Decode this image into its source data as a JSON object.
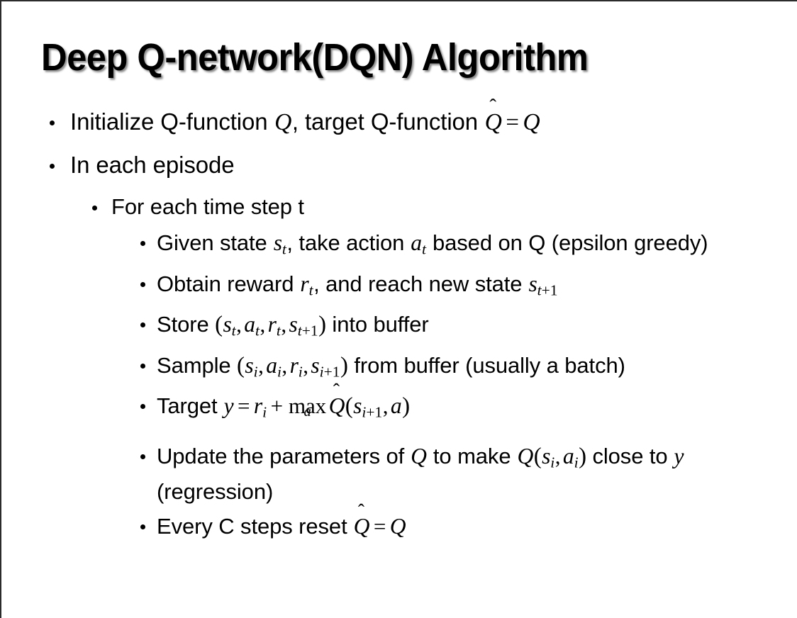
{
  "slide": {
    "title": "Deep Q-network(DQN) Algorithm",
    "background_color": "#ffffff",
    "text_color": "#000000",
    "border_color": "#2b2b2b"
  },
  "bullets": [
    {
      "level": 1,
      "id": "initialize-q-function",
      "plain": "Initialize Q-function Q, target Q-function Q̂ = Q",
      "segments": [
        {
          "type": "text",
          "value": "Initialize Q-function "
        },
        {
          "type": "mi",
          "value": "Q"
        },
        {
          "type": "text",
          "value": ", target Q-function "
        },
        {
          "type": "mi-hat",
          "value": "Q",
          "hat": "ˆ"
        },
        {
          "type": "mo",
          "value": "="
        },
        {
          "type": "mi",
          "value": "Q"
        }
      ]
    },
    {
      "level": 1,
      "id": "in-each-episode",
      "plain": "In each episode",
      "segments": [
        {
          "type": "text",
          "value": "In each episode"
        }
      ]
    },
    {
      "level": 2,
      "id": "for-each-time-step",
      "plain": "For each time step t",
      "segments": [
        {
          "type": "text",
          "value": "For each time step t"
        }
      ]
    },
    {
      "level": 3,
      "id": "given-state-take-action",
      "plain": "Given state s_t, take action a_t based on Q (epsilon greedy)",
      "segments": [
        {
          "type": "text",
          "value": "Given state "
        },
        {
          "type": "mi-sub",
          "value": "s",
          "sub": "t"
        },
        {
          "type": "text",
          "value": ", take action "
        },
        {
          "type": "mi-sub",
          "value": "a",
          "sub": "t"
        },
        {
          "type": "text",
          "value": " based on Q (epsilon greedy)"
        }
      ]
    },
    {
      "level": 3,
      "id": "obtain-reward-reach-new-state",
      "plain": "Obtain reward r_t, and reach new state s_{t+1}",
      "segments": [
        {
          "type": "text",
          "value": "Obtain reward "
        },
        {
          "type": "mi-sub",
          "value": "r",
          "sub": "t"
        },
        {
          "type": "text",
          "value": ", and reach new state "
        },
        {
          "type": "mi-sub",
          "value": "s",
          "sub": "t+1"
        }
      ]
    },
    {
      "level": 3,
      "id": "store-into-buffer",
      "plain": "Store (s_t, a_t, r_t, s_{t+1}) into buffer",
      "segments": [
        {
          "type": "text",
          "value": "Store "
        },
        {
          "type": "mparen",
          "value": "("
        },
        {
          "type": "mi-sub",
          "value": "s",
          "sub": "t"
        },
        {
          "type": "mcomma",
          "value": ","
        },
        {
          "type": "mi-sub",
          "value": "a",
          "sub": "t"
        },
        {
          "type": "mcomma",
          "value": ","
        },
        {
          "type": "mi-sub",
          "value": "r",
          "sub": "t"
        },
        {
          "type": "mcomma",
          "value": ","
        },
        {
          "type": "mi-sub",
          "value": "s",
          "sub": "t+1"
        },
        {
          "type": "mparen",
          "value": ")"
        },
        {
          "type": "text",
          "value": " into buffer"
        }
      ]
    },
    {
      "level": 3,
      "id": "sample-from-buffer",
      "plain": "Sample (s_i, a_i, r_i, s_{i+1}) from buffer (usually a batch)",
      "segments": [
        {
          "type": "text",
          "value": "Sample "
        },
        {
          "type": "mparen",
          "value": "("
        },
        {
          "type": "mi-sub",
          "value": "s",
          "sub": "i"
        },
        {
          "type": "mcomma",
          "value": ","
        },
        {
          "type": "mi-sub",
          "value": "a",
          "sub": "i"
        },
        {
          "type": "mcomma",
          "value": ","
        },
        {
          "type": "mi-sub",
          "value": "r",
          "sub": "i"
        },
        {
          "type": "mcomma",
          "value": ","
        },
        {
          "type": "mi-sub",
          "value": "s",
          "sub": "i+1"
        },
        {
          "type": "mparen",
          "value": ")"
        },
        {
          "type": "text",
          "value": " from buffer (usually a batch)"
        }
      ]
    },
    {
      "level": 3,
      "id": "target-y-equation",
      "plain": "Target y = r_i + max_a Q̂(s_{i+1}, a)",
      "segments": [
        {
          "type": "text",
          "value": "Target "
        },
        {
          "type": "mi",
          "value": "y"
        },
        {
          "type": "mo",
          "value": "="
        },
        {
          "type": "mi-sub",
          "value": "r",
          "sub": "i"
        },
        {
          "type": "mo",
          "value": "+"
        },
        {
          "type": "maxop",
          "value": "max",
          "limit": "a"
        },
        {
          "type": "mi-hat",
          "value": "Q",
          "hat": "ˆ"
        },
        {
          "type": "mparen",
          "value": "("
        },
        {
          "type": "mi-sub",
          "value": "s",
          "sub": "i+1"
        },
        {
          "type": "mcomma",
          "value": ","
        },
        {
          "type": "mi",
          "value": "a"
        },
        {
          "type": "mparen",
          "value": ")"
        }
      ]
    },
    {
      "level": 3,
      "id": "update-parameters-regression",
      "plain": "Update the parameters of Q to make Q(s_i, a_i) close to y (regression)",
      "segments": [
        {
          "type": "text",
          "value": "Update the parameters of "
        },
        {
          "type": "mi",
          "value": "Q"
        },
        {
          "type": "text",
          "value": " to make "
        },
        {
          "type": "mi",
          "value": "Q"
        },
        {
          "type": "mparen",
          "value": "("
        },
        {
          "type": "mi-sub",
          "value": "s",
          "sub": "i"
        },
        {
          "type": "mcomma",
          "value": ","
        },
        {
          "type": "mi-sub",
          "value": "a",
          "sub": "i"
        },
        {
          "type": "mparen",
          "value": ")"
        },
        {
          "type": "text",
          "value": " close to "
        },
        {
          "type": "mi",
          "value": "y"
        },
        {
          "type": "text",
          "value": " (regression)"
        }
      ]
    },
    {
      "level": 3,
      "id": "every-c-steps-reset",
      "plain": "Every C steps reset Q̂ = Q",
      "segments": [
        {
          "type": "text",
          "value": "Every C steps reset "
        },
        {
          "type": "mi-hat",
          "value": "Q",
          "hat": "ˆ"
        },
        {
          "type": "mo",
          "value": "="
        },
        {
          "type": "mi",
          "value": "Q"
        }
      ]
    }
  ]
}
